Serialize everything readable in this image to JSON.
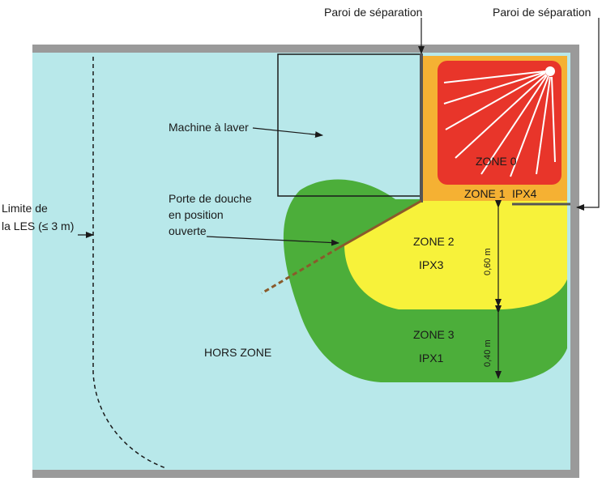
{
  "labels": {
    "separation_wall_1": "Paroi de séparation",
    "separation_wall_2": "Paroi de séparation",
    "washing_machine": "Machine à laver",
    "shower_door_line1": "Porte de douche",
    "shower_door_line2": "en position",
    "shower_door_line3": "ouverte",
    "les_limit_line1": "Limite de",
    "les_limit_line2": "la LES (≤ 3 m)",
    "out_of_zone": "HORS ZONE"
  },
  "zones": {
    "zone0": {
      "name": "ZONE 0"
    },
    "zone1": {
      "name": "ZONE 1",
      "rating": "IPX4"
    },
    "zone2": {
      "name": "ZONE 2",
      "rating": "IPX3"
    },
    "zone3": {
      "name": "ZONE 3",
      "rating": "IPX1"
    }
  },
  "dimensions": {
    "zone2_width": "0,60 m",
    "zone3_width": "0,40 m"
  },
  "colors": {
    "floor": "#b8e8ea",
    "wall": "#9a9a9a",
    "zone0": "#e8352a",
    "zone1": "#f5b133",
    "zone2": "#f7f23a",
    "zone3": "#4cae3a",
    "door": "#8a5a2b"
  }
}
